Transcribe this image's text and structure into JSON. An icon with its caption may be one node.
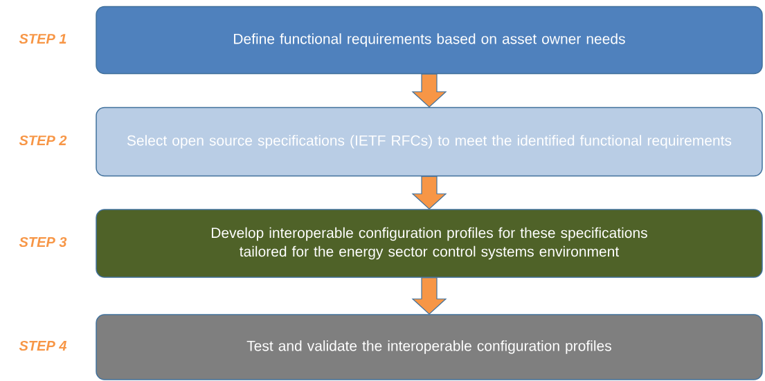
{
  "diagram": {
    "nodes": [
      {
        "text": [
          "STEP 1",
          "Define functional requirements based on asset owner needs"
        ]
      },
      {
        "text": [
          "STEP 2",
          "Select open source specifications (IETF RFCs) to meet the identified functional requirements"
        ]
      },
      {
        "text": [
          "STEP 3",
          "Develop interoperable configuration profiles for these specifications tailored for the energy sector control systems environment"
        ]
      },
      {
        "text": [
          "STEP 4",
          "Test and validate the interoperable configuration profiles"
        ]
      }
    ],
    "edges": [
      {
        "from": 0,
        "to": 1,
        "arrow": "to"
      },
      {
        "from": 1,
        "to": 2,
        "arrow": "to"
      },
      {
        "from": 2,
        "to": 3,
        "arrow": "to"
      }
    ]
  }
}
